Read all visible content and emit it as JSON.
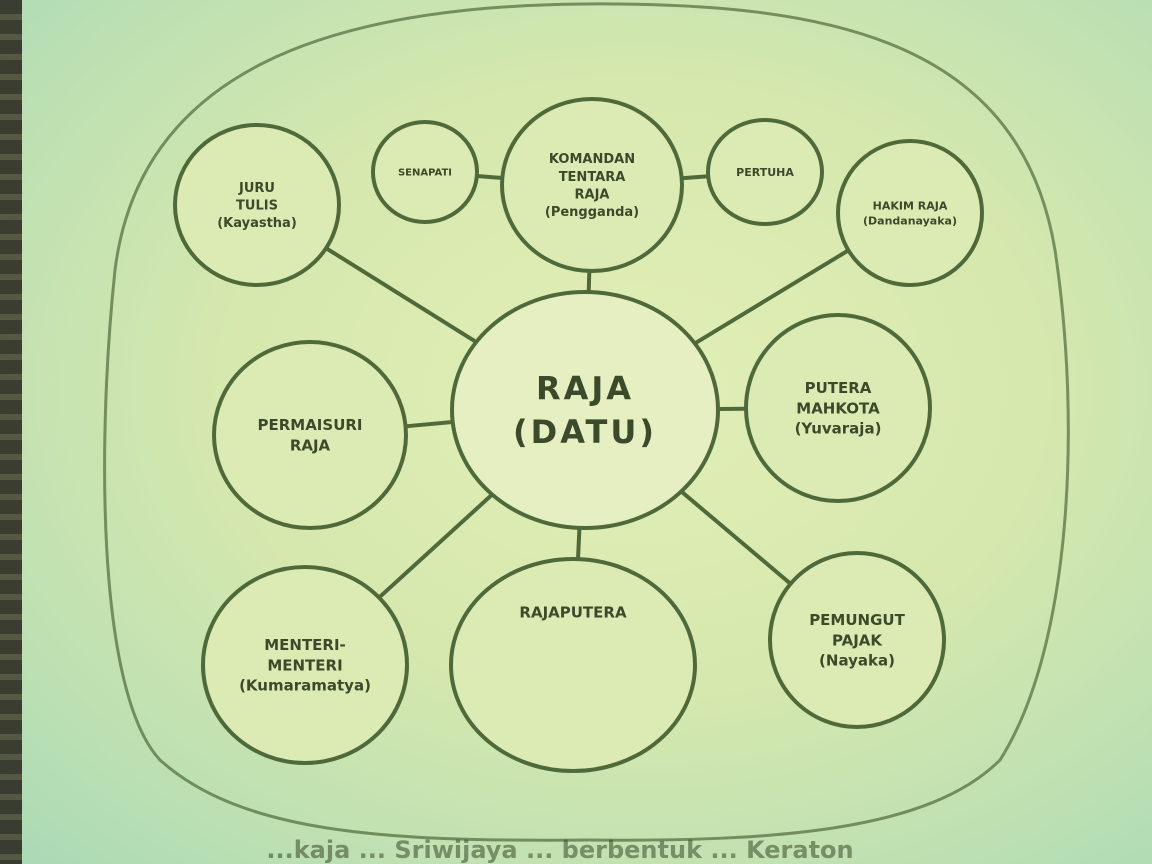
{
  "diagram": {
    "title": "",
    "center": {
      "id": "raja",
      "lines": [
        "RAJA",
        "(DATU)"
      ]
    },
    "nodes": [
      {
        "id": "juru-tulis",
        "lines": [
          "JURU",
          "TULIS",
          "(Kayastha)"
        ]
      },
      {
        "id": "senapati",
        "lines": [
          "SENAPATI"
        ]
      },
      {
        "id": "komandan",
        "lines": [
          "KOMANDAN",
          "TENTARA",
          "RAJA",
          "(Pengganda)"
        ]
      },
      {
        "id": "pertuha",
        "lines": [
          "PERTUHA"
        ]
      },
      {
        "id": "hakim-raja",
        "lines": [
          "HAKIM RAJA",
          "(Dandanayaka)"
        ]
      },
      {
        "id": "permaisuri",
        "lines": [
          "PERMAISURI",
          "RAJA"
        ]
      },
      {
        "id": "putera-mahkota",
        "lines": [
          "PUTERA",
          "MAHKOTA",
          "(Yuvaraja)"
        ]
      },
      {
        "id": "menteri",
        "lines": [
          "MENTERI-",
          "MENTERI",
          "(Kumaramatya)"
        ]
      },
      {
        "id": "rajaputera",
        "lines": [
          "RAJAPUTERA"
        ]
      },
      {
        "id": "pemungut-pajak",
        "lines": [
          "PEMUNGUT",
          "PAJAK",
          "(Nayaka)"
        ]
      }
    ],
    "links": [
      [
        "raja",
        "komandan"
      ],
      [
        "raja",
        "juru-tulis"
      ],
      [
        "raja",
        "hakim-raja"
      ],
      [
        "raja",
        "permaisuri"
      ],
      [
        "raja",
        "putera-mahkota"
      ],
      [
        "raja",
        "menteri"
      ],
      [
        "raja",
        "rajaputera"
      ],
      [
        "raja",
        "pemungut-pajak"
      ],
      [
        "senapati",
        "komandan"
      ],
      [
        "komandan",
        "pertuha"
      ]
    ]
  },
  "caption": "...kaja ... Sriwijaya ... berbentuk ... Keraton"
}
